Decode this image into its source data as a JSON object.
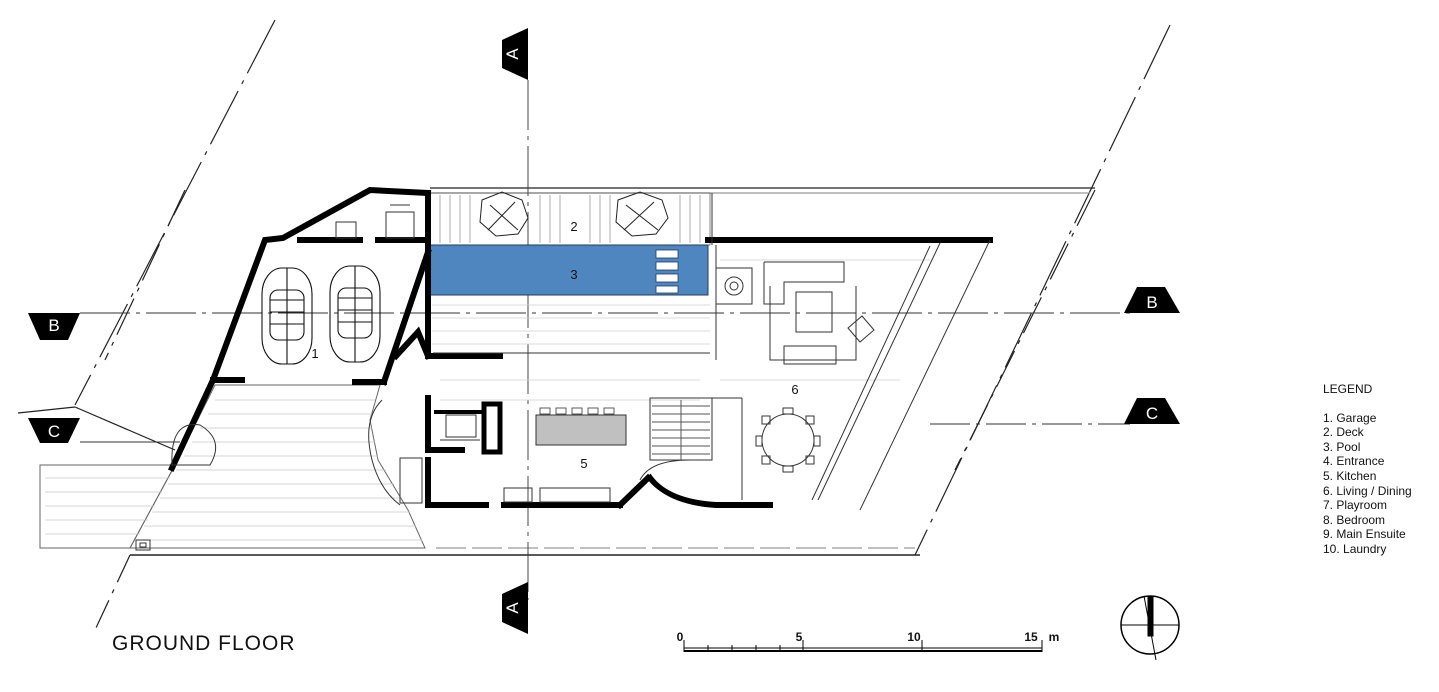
{
  "plan": {
    "title": "GROUND FLOOR",
    "rooms": [
      "1",
      "2",
      "3",
      "5",
      "6"
    ],
    "pool_color": "#4f86bf"
  },
  "sections": {
    "a": "A",
    "b": "B",
    "c": "C"
  },
  "legend": {
    "title": "LEGEND",
    "items": [
      "1. Garage",
      "2. Deck",
      "3. Pool",
      "4. Entrance",
      "5. Kitchen",
      "6. Living / Dining",
      "7. Playroom",
      "8. Bedroom",
      "9. Main Ensuite",
      "10. Laundry"
    ]
  },
  "scale": {
    "ticks": [
      "0",
      "5",
      "10",
      "15"
    ],
    "unit": "m"
  },
  "north_arrow": {
    "icon": "north-arrow-icon"
  }
}
